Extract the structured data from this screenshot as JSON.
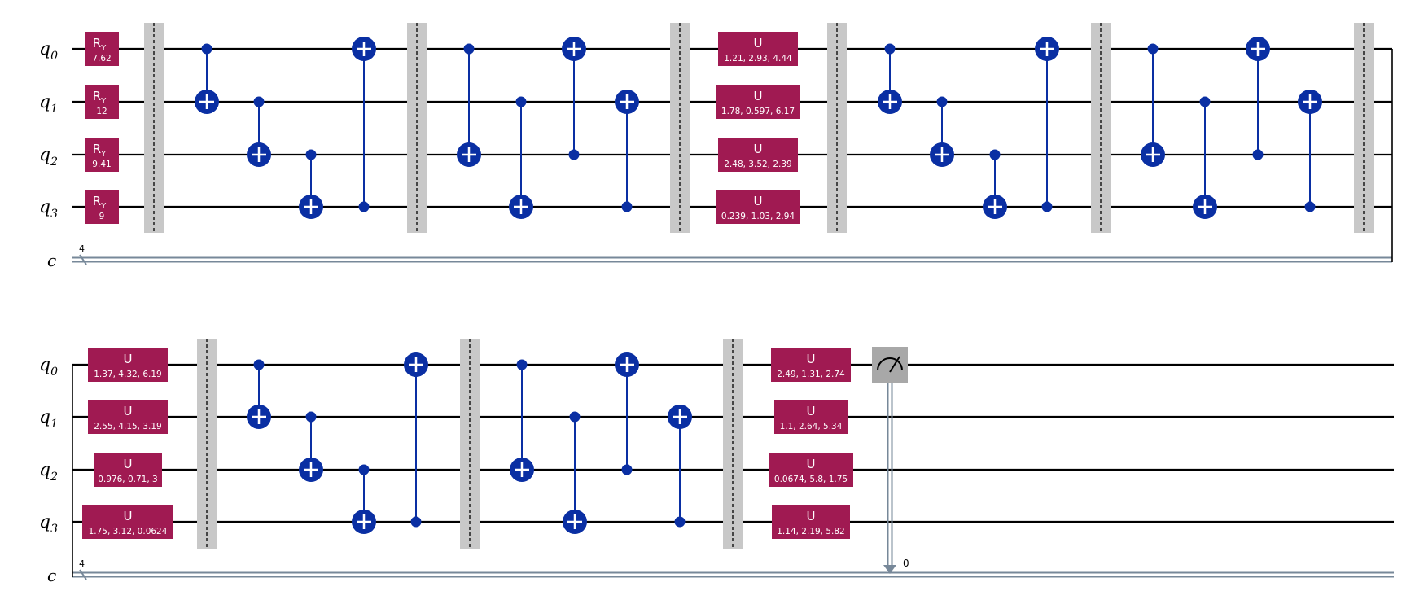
{
  "colors": {
    "gate": "#a01a52",
    "cnot": "#0a2fa3",
    "barrier": "#c8c8c8",
    "measure": "#a8a8a8",
    "classical": "#778899"
  },
  "registers": {
    "qubit_prefix": "q",
    "qubits": [
      "0",
      "1",
      "2",
      "3"
    ],
    "classical_label": "c",
    "classical_size": "4"
  },
  "rows": [
    {
      "gates": [
        {
          "id": "ry-q0",
          "name": "R",
          "sub": "Y",
          "param": "7.62"
        },
        {
          "id": "ry-q1",
          "name": "R",
          "sub": "Y",
          "param": "12"
        },
        {
          "id": "ry-q2",
          "name": "R",
          "sub": "Y",
          "param": "9.41"
        },
        {
          "id": "ry-q3",
          "name": "R",
          "sub": "Y",
          "param": "9"
        },
        {
          "id": "u-r1-q0",
          "name": "U",
          "param": "1.21, 2.93, 4.44"
        },
        {
          "id": "u-r1-q1",
          "name": "U",
          "param": "1.78, 0.597, 6.17"
        },
        {
          "id": "u-r1-q2",
          "name": "U",
          "param": "2.48, 3.52, 2.39"
        },
        {
          "id": "u-r1-q3",
          "name": "U",
          "param": "0.239, 1.03, 2.94"
        }
      ]
    },
    {
      "gates": [
        {
          "id": "u-r2a-q0",
          "name": "U",
          "param": "1.37, 4.32, 6.19"
        },
        {
          "id": "u-r2a-q1",
          "name": "U",
          "param": "2.55, 4.15, 3.19"
        },
        {
          "id": "u-r2a-q2",
          "name": "U",
          "param": "0.976, 0.71, 3"
        },
        {
          "id": "u-r2a-q3",
          "name": "U",
          "param": "1.75, 3.12, 0.0624"
        },
        {
          "id": "u-r2b-q0",
          "name": "U",
          "param": "2.49, 1.31, 2.74"
        },
        {
          "id": "u-r2b-q1",
          "name": "U",
          "param": "1.1, 2.64, 5.34"
        },
        {
          "id": "u-r2b-q2",
          "name": "U",
          "param": "0.0674, 5.8, 1.75"
        },
        {
          "id": "u-r2b-q3",
          "name": "U",
          "param": "1.14, 2.19, 5.82"
        }
      ],
      "measure_bit": "0"
    }
  ]
}
